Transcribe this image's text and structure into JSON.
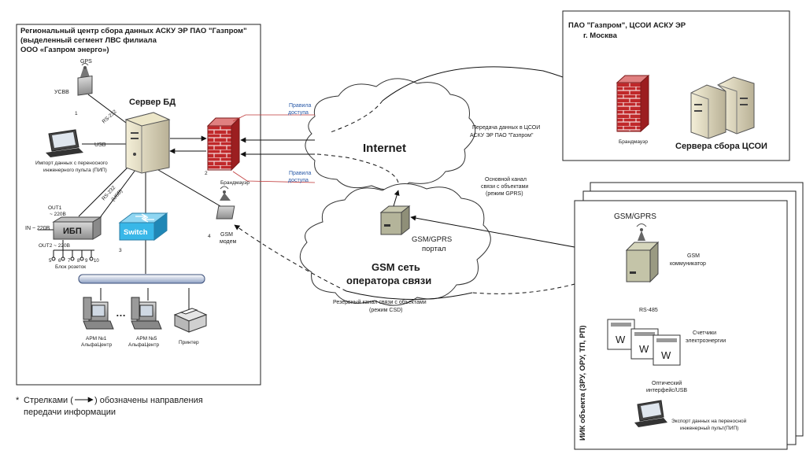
{
  "regional_center": {
    "title_line1": "Региональный центр сбора данных АСКУ ЭР ПАО \"Газпром\"",
    "title_line2": "(выделенный сегмент ЛВС филиала",
    "title_line3": "ООО «Газпром энерго»)",
    "gps": "GPS",
    "usvv": "УСВВ",
    "server_db": "Сервер БД",
    "rs232_top": "RS-232",
    "usb": "USB",
    "laptop_caption_1": "Импорт данных с переносного",
    "laptop_caption_2": "инженерного пульта (ПИП)",
    "rs232_mid": "RS-232",
    "rs232_mid_sub": "(USB)",
    "out1_a": "OUT1",
    "out1_b": "~ 220В",
    "in_label": "IN ~ 220В",
    "ups": "ИБП",
    "out2": "OUT2 ~ 220В",
    "socket_block": "Блок розеток",
    "switch": "Switch",
    "firewall": "Брандмауэр",
    "gsm_modem_1": "GSM",
    "gsm_modem_2": "модем",
    "arm1_1": "АРМ №1",
    "arm1_2": "АльфаЦентр",
    "arm5_1": "АРМ №5",
    "arm5_2": "АльфаЦентр",
    "printer": "Принтер",
    "ellipsis": "…",
    "num_1": "1",
    "num_2": "2",
    "num_3": "3",
    "num_4": "4",
    "num_5": "5",
    "num_6": "6",
    "num_7": "7",
    "num_8": "8",
    "num_9": "9",
    "num_10": "10"
  },
  "access_rules_top_1": "Правила",
  "access_rules_top_2": "доступа",
  "access_rules_bottom_1": "Правила",
  "access_rules_bottom_2": "доступа",
  "internet": "Internet",
  "gsm_network_1": "GSM сеть",
  "gsm_network_2": "оператора связи",
  "gsm_portal_1": "GSM/GPRS",
  "gsm_portal_2": "портал",
  "reserve_channel_1": "Резервный канал связи с объектами",
  "reserve_channel_2": "(режим CSD)",
  "main_channel_1": "Основной канал",
  "main_channel_2": "связи с объектами",
  "main_channel_3": "(режим GPRS)",
  "transfer_1": "Передача данных в ЦСОИ",
  "transfer_2": "АСКУ ЭР ПАО \"Газпром\"",
  "moscow": {
    "title_1": "ПАО \"Газпром\", ЦСОИ АСКУ ЭР",
    "title_2": "г. Москва",
    "firewall": "Брандмауэр",
    "servers": "Сервера сбора ЦСОИ"
  },
  "object": {
    "vertical": "ИИК объекта (ЗРУ, ОРУ, ТП, РП)",
    "gsm_gprs": "GSM/GPRS",
    "communicator_1": "GSM",
    "communicator_2": "коммуникатор",
    "rs485": "RS-485",
    "meters_1": "Счетчики",
    "meters_2": "электроэнергии",
    "meter_w": "W",
    "optical_1": "Оптический",
    "optical_2": "интерфейс/USB",
    "export_1": "Экспорт данных на переносной",
    "export_2": "инженерный пульт(ПИП)"
  },
  "footnote": {
    "star": "*",
    "line1_a": "Стрелками (",
    "line1_b": ") обозначены направления",
    "line2": "передачи информации"
  },
  "colors": {
    "firewall_red": "#c0282a",
    "switch_blue": "#38b7e8",
    "rules_text": "#2a5aa8",
    "cloud_fill": "#ffffff"
  }
}
